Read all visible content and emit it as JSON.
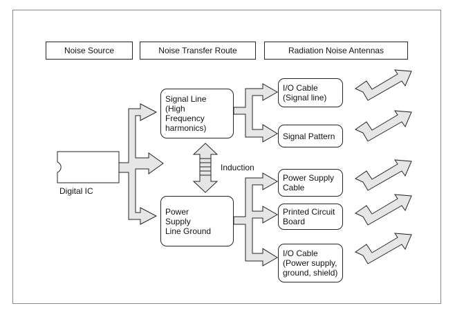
{
  "headers": {
    "noise_source": "Noise Source",
    "transfer_route": "Noise Transfer Route",
    "antennas": "Radiation Noise Antennas"
  },
  "source": {
    "label": "Digital IC"
  },
  "routes": {
    "signal_line": "Signal Line\n(High\nFrequency\nharmonics)",
    "power_line": "Power\nSupply\nLine Ground"
  },
  "coupling": {
    "label": "Induction"
  },
  "antennas": {
    "io_cable_signal": "I/O Cable\n(Signal line)",
    "signal_pattern": "Signal Pattern",
    "power_supply_cable": "Power Supply\nCable",
    "printed_circuit_board": "Printed Circuit\nBoard",
    "io_cable_power": "I/O Cable\n(Power supply,\nground, shield)"
  },
  "colors": {
    "arrow_fill": "#e6e6e6",
    "stroke": "#222222",
    "frame": "#8a8a8a"
  }
}
